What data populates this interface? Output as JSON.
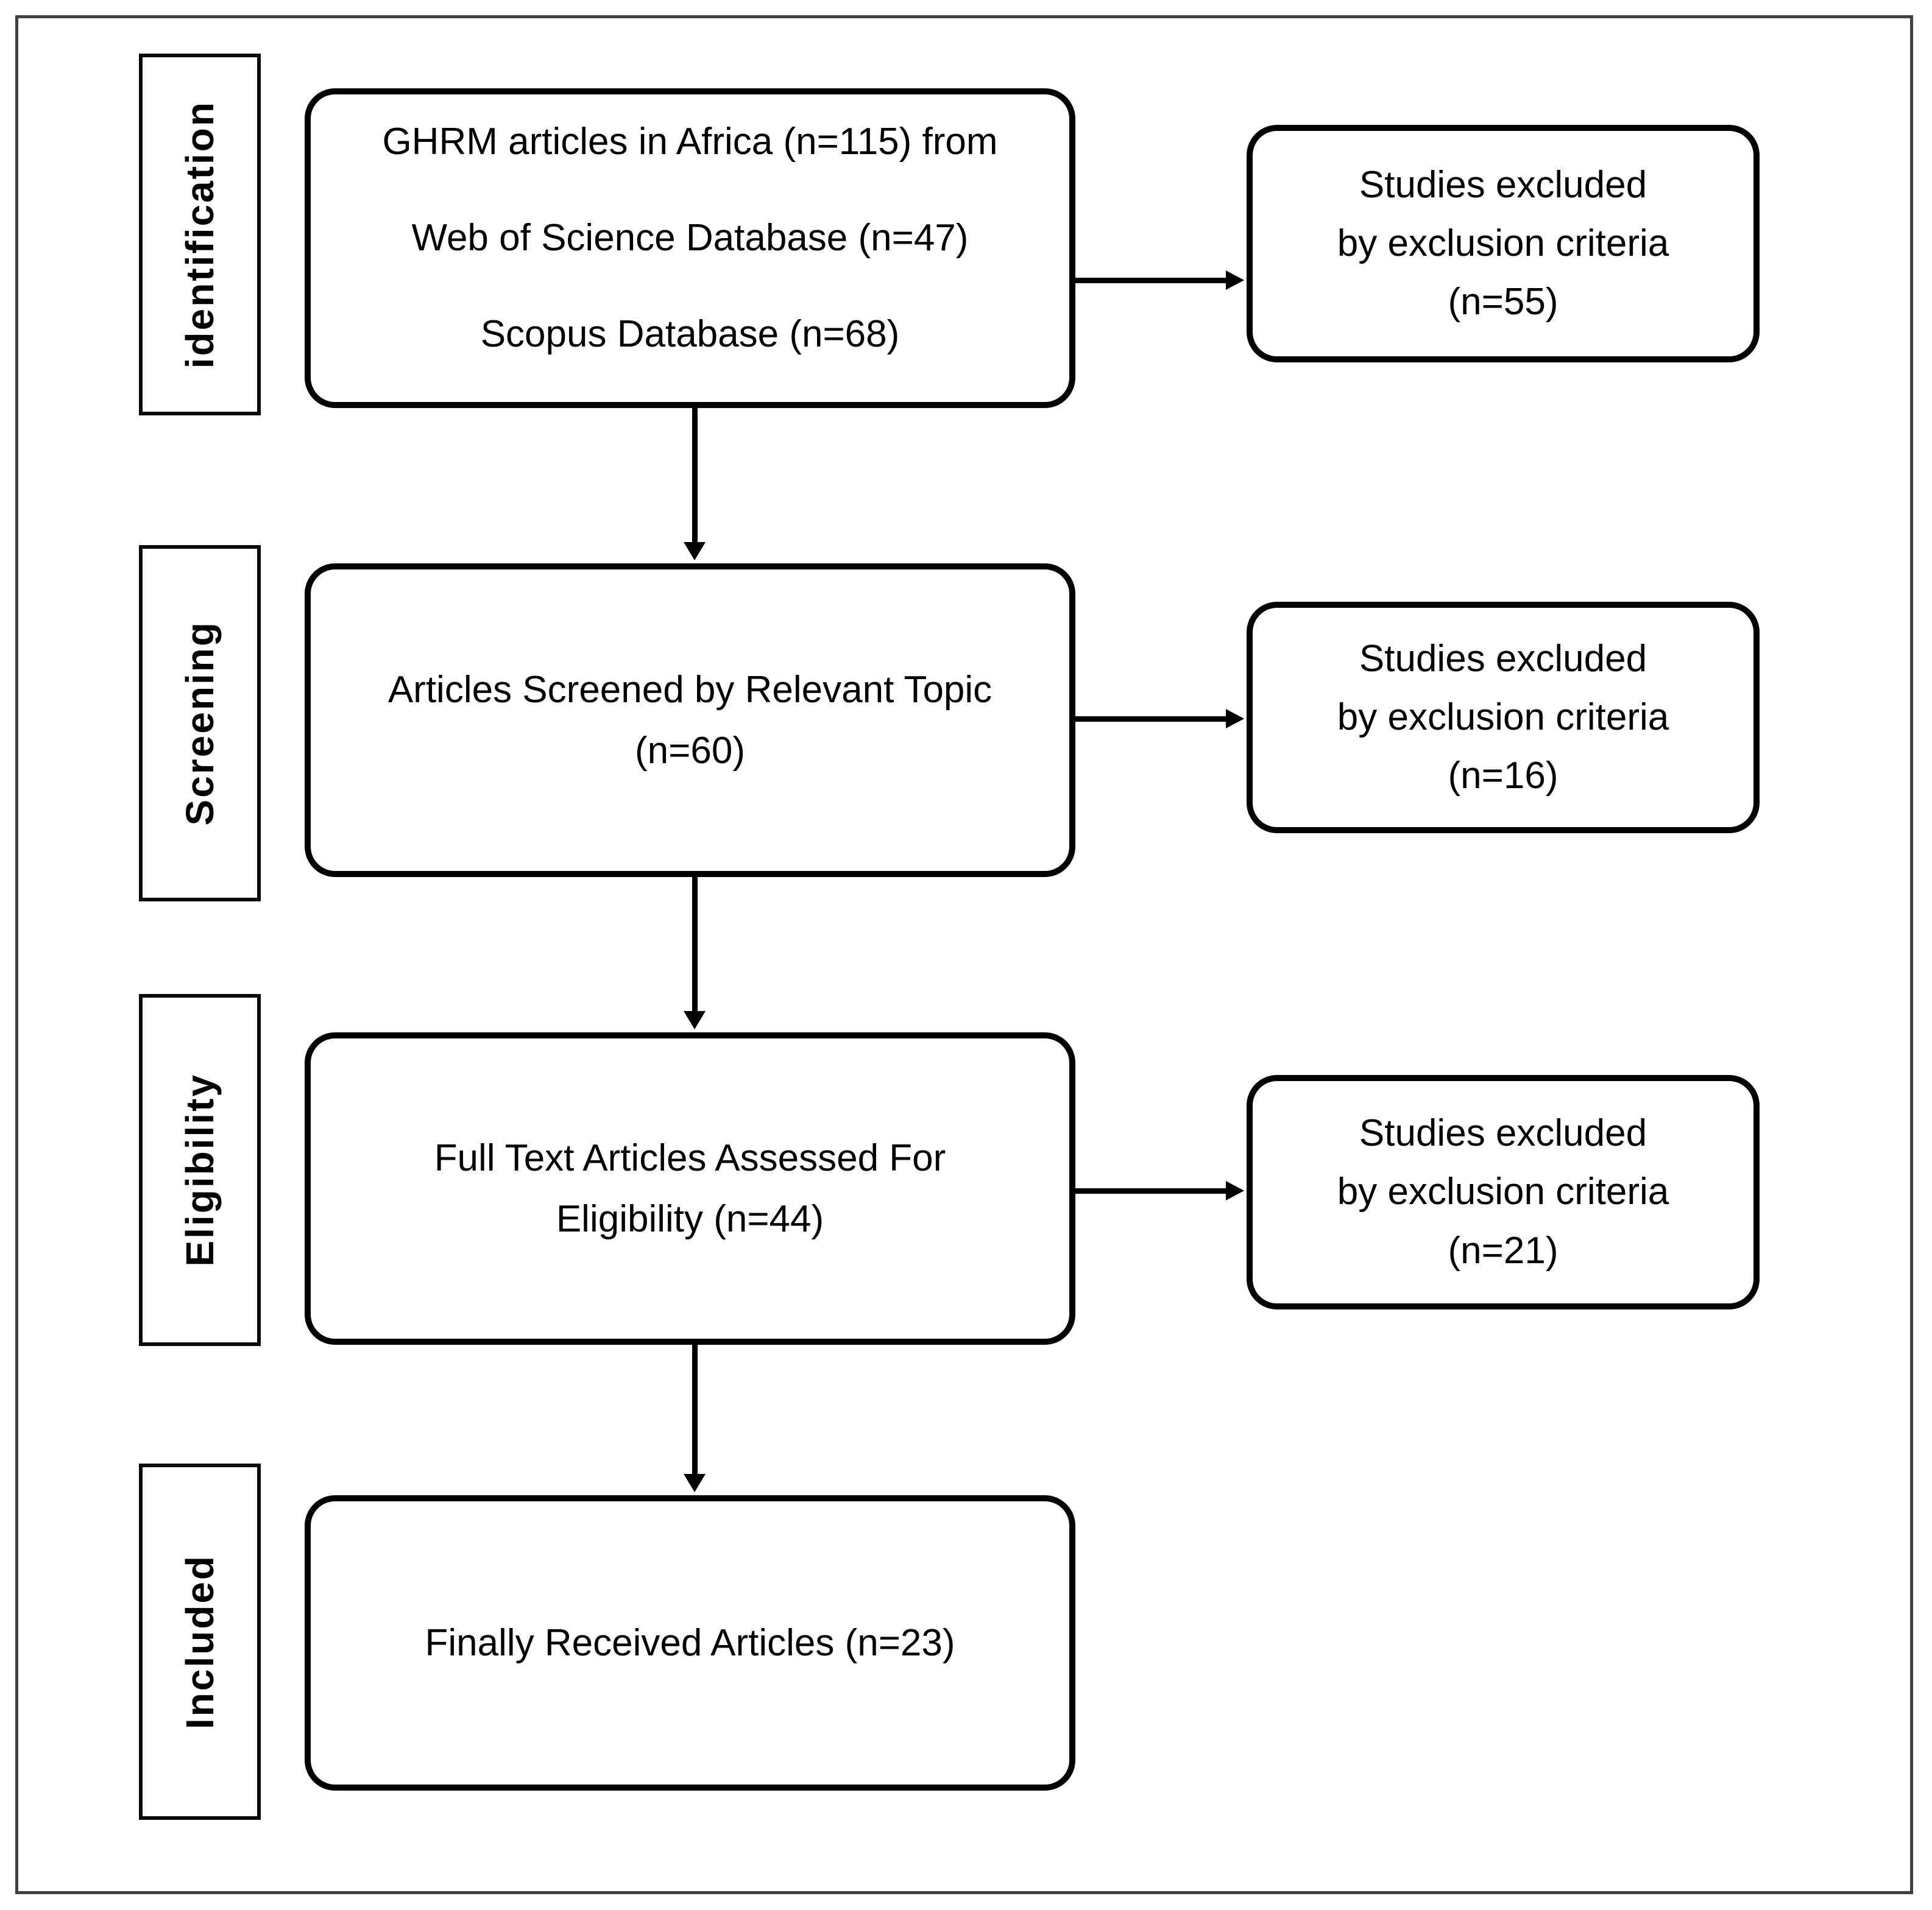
{
  "figure": {
    "stages": [
      {
        "label": "identification",
        "main_lines": [
          "GHRM articles in Africa (n=115) from",
          "Web of Science Database (n=47)",
          "Scopus Database (n=68)"
        ],
        "excluded_lines": [
          "Studies excluded",
          "by exclusion criteria",
          "(n=55)"
        ]
      },
      {
        "label": "Screening",
        "main_lines": [
          "Articles Screened by Relevant Topic",
          "(n=60)"
        ],
        "excluded_lines": [
          "Studies excluded",
          "by exclusion criteria",
          "(n=16)"
        ]
      },
      {
        "label": "Eligibility",
        "main_lines": [
          "Full Text Articles Assessed For",
          "Eligibility (n=44)"
        ],
        "excluded_lines": [
          "Studies excluded",
          "by exclusion criteria",
          "(n=21)"
        ]
      },
      {
        "label": "Included",
        "main_lines": [
          "Finally Received Articles (n=23)"
        ]
      }
    ],
    "colors": {
      "stroke": "#000000",
      "frame": "#404040",
      "background": "#ffffff",
      "text": "#000000"
    }
  }
}
